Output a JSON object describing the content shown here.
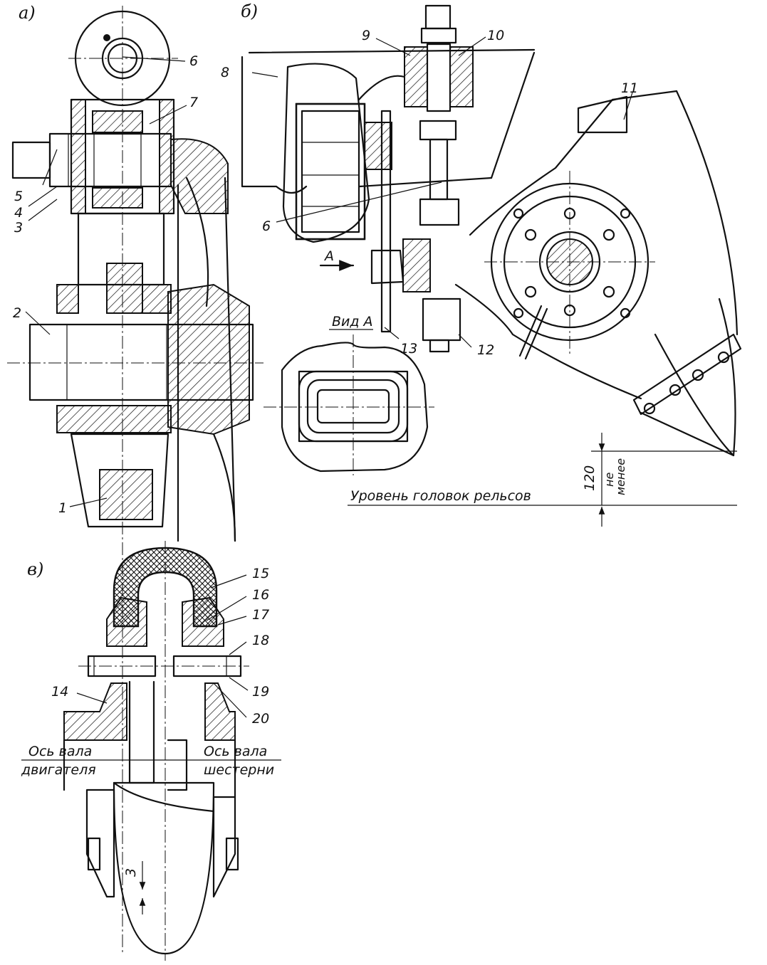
{
  "panels": {
    "a": "a)",
    "b": "б)",
    "c": "в)"
  },
  "callouts": [
    "1",
    "2",
    "3",
    "4",
    "5",
    "6",
    "7",
    "8",
    "9",
    "10",
    "11",
    "12",
    "13",
    "14",
    "15",
    "16",
    "17",
    "18",
    "19",
    "20"
  ],
  "view_a_label": "Вид А",
  "arrow_a_label": "А",
  "rail_level": "Уровень головок рельсов",
  "dim_value": "120",
  "dim_note_1": "не",
  "dim_note_2": "менее",
  "dim_gap": "3",
  "motor_axis_1": "Ось вала",
  "motor_axis_2": "двигателя",
  "gear_axis_1": "Ось вала",
  "gear_axis_2": "шестерни"
}
